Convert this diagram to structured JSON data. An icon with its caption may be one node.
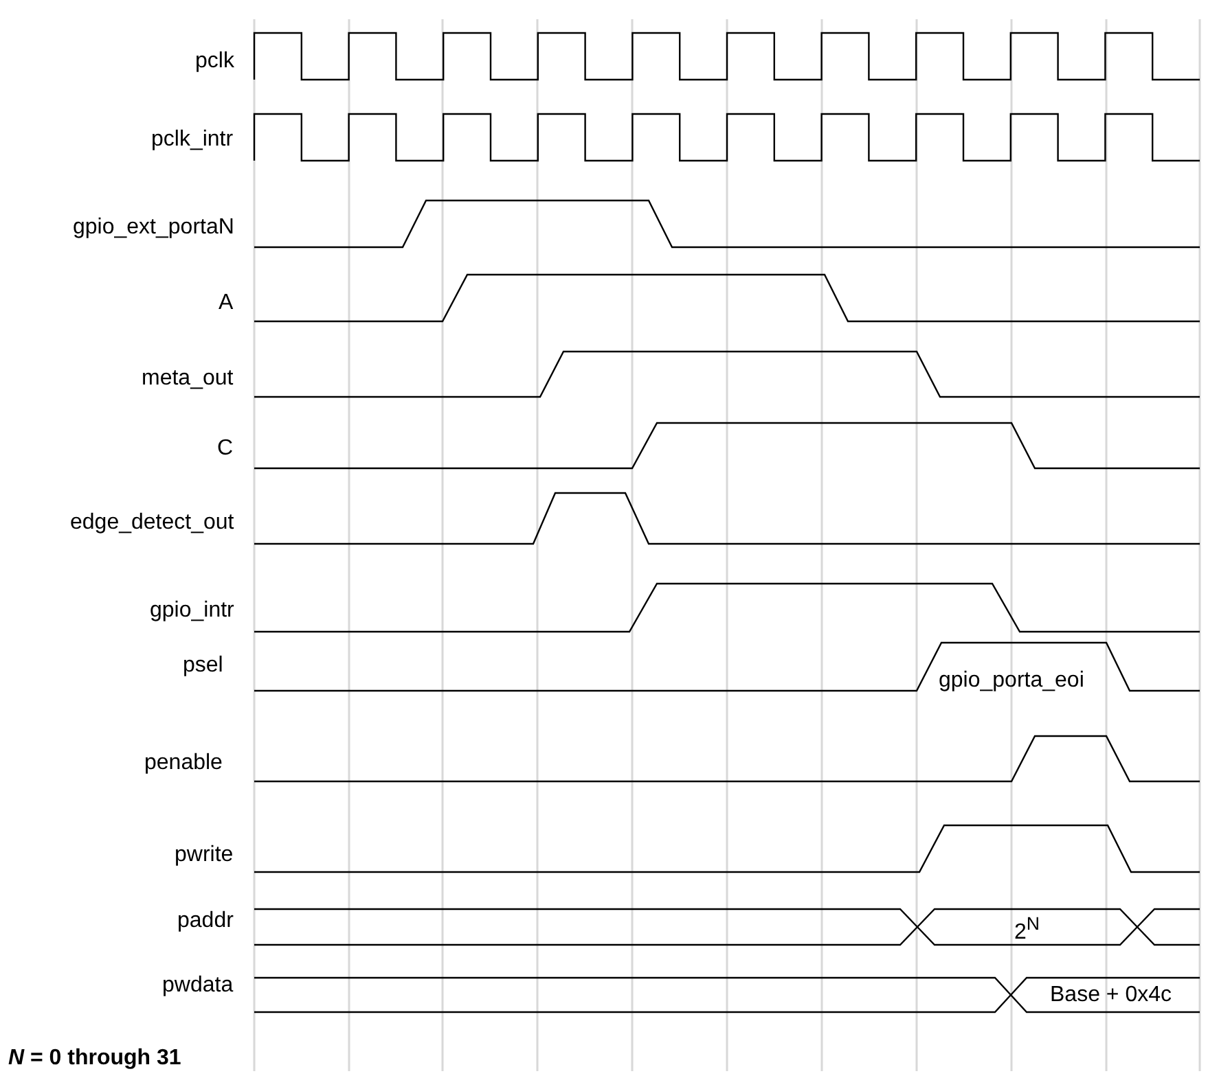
{
  "diagram": {
    "labels": [
      "pclk",
      "pclk_intr",
      "gpio_ext_portaN",
      "A",
      "meta_out",
      "C",
      "edge_detect_out",
      "gpio_intr",
      "psel",
      "gpio_porta_eoi",
      "penable",
      "pwrite",
      "paddr",
      "2$^{N}$",
      "pwdata",
      "Base + 0x4c",
      "*N* = 0 through 31"
    ]
  }
}
